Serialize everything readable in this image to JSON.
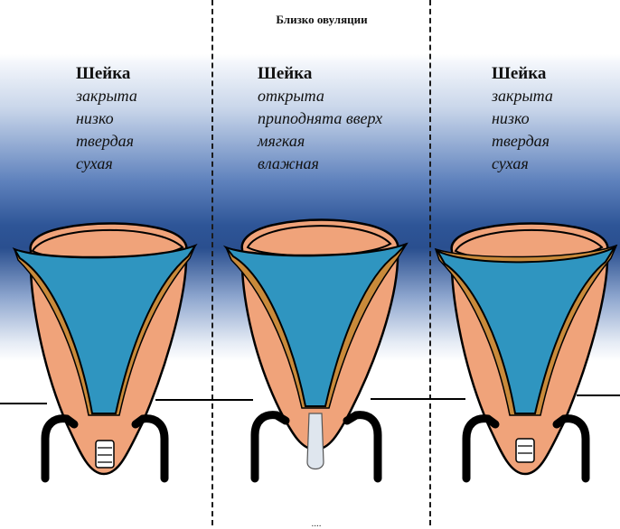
{
  "header": {
    "text": "Близко овуляции"
  },
  "columns": [
    {
      "title": "Шейка",
      "lines": [
        "закрыта",
        "низко",
        "твердая",
        "сухая"
      ]
    },
    {
      "title": "Шейка",
      "lines": [
        "открыта",
        "приподнята вверх",
        "мягкая",
        "влажная"
      ]
    },
    {
      "title": "Шейка",
      "lines": [
        "закрыта",
        "низко",
        "твердая",
        "сухая"
      ]
    }
  ],
  "footer": {
    "text": "...."
  },
  "colors": {
    "uterus": "#f0a37a",
    "cavity": "#2f95c0",
    "lining": "#c98a3a",
    "outline": "#000000",
    "mucus": "#dfe6ee"
  }
}
